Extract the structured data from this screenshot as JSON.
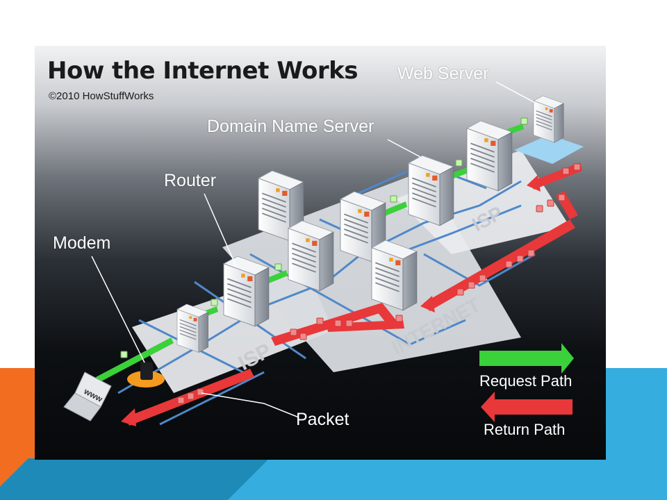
{
  "slide": {
    "colors": {
      "band_orange": "#f36d21",
      "band_blue": "#35aedf",
      "band_dark_blue": "#1e8ab7",
      "request": "#3bd13b",
      "return": "#e8383a",
      "network_line": "#4f88c9",
      "platform": "#e7e9ec"
    }
  },
  "figure": {
    "title": "How the Internet Works",
    "credit": "©2010 HowStuffWorks",
    "labels": {
      "web_server": "Web Server",
      "dns": "Domain Name Server",
      "router": "Router",
      "modem": "Modem",
      "packet": "Packet"
    },
    "zones": {
      "isp_left": "ISP",
      "isp_right": "ISP",
      "internet": "INTERNET"
    },
    "laptop_screen": "www",
    "legend": {
      "request": "Request Path",
      "return": "Return Path"
    }
  }
}
